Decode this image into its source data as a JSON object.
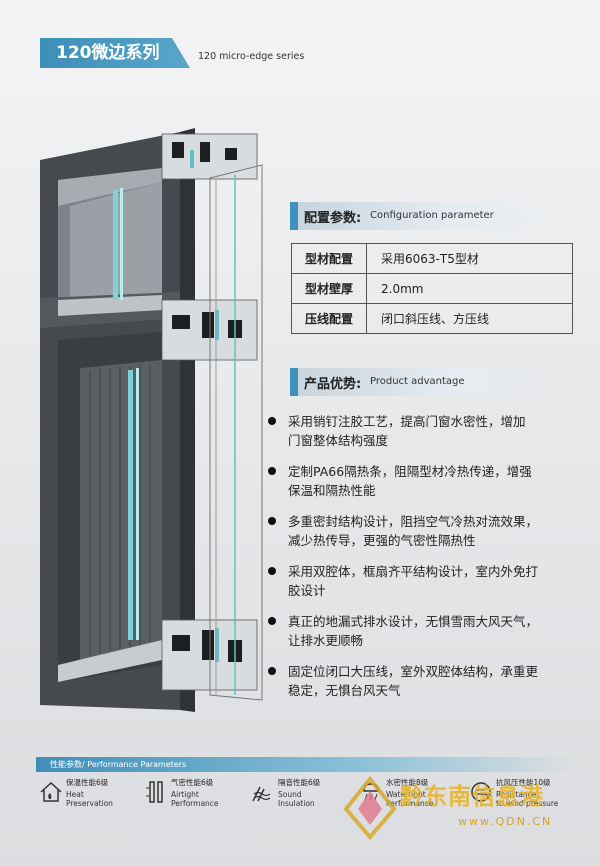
{
  "header": {
    "title": "120微边系列",
    "subtitle_en": "120 micro-edge series"
  },
  "config": {
    "title_cn": "配置参数:",
    "title_en": "Configuration parameter",
    "rows": [
      {
        "key": "型材配置",
        "value": "采用6063-T5型材"
      },
      {
        "key": "型材壁厚",
        "value": "2.0mm"
      },
      {
        "key": "压线配置",
        "value": "闭口斜压线、方压线"
      }
    ]
  },
  "advantage": {
    "title_cn": "产品优势:",
    "title_en": "Product advantage",
    "items": [
      {
        "l1": "采用销钉注胶工艺，提高门窗水密性，增加",
        "l2": "门窗整体结构强度"
      },
      {
        "l1": "定制PA66隔热条，阻隔型材冷热传递，增强",
        "l2": "保温和隔热性能"
      },
      {
        "l1": "多重密封结构设计，阻挡空气冷热对流效果，",
        "l2": "减少热传导，更强的气密性隔热性"
      },
      {
        "l1": "采用双腔体，框扇齐平结构设计，室内外免打",
        "l2": "胶设计"
      },
      {
        "l1": "真正的地漏式排水设计，无惧雪雨大风天气，",
        "l2": "让排水更顺畅"
      },
      {
        "l1": "固定位闭口大压线，室外双腔体结构，承重更",
        "l2": "稳定，无惧台风天气"
      }
    ]
  },
  "performance": {
    "label": "性能参数/ Performance Parameters",
    "items": [
      {
        "level": "保温性能6级",
        "en1": "Heat",
        "en2": "Preservation",
        "icon": "house-heat-icon"
      },
      {
        "level": "气密性能6级",
        "en1": "Airtight",
        "en2": "Performance",
        "icon": "airtight-icon"
      },
      {
        "level": "隔音性能6级",
        "en1": "Sound",
        "en2": "Insulation",
        "icon": "sound-wave-icon"
      },
      {
        "level": "水密性能8级",
        "en1": "Watertight",
        "en2": "Performance",
        "icon": "rain-icon"
      },
      {
        "level": "抗风压性能10级",
        "en1": "Resistance",
        "en2": "to wind pressure",
        "icon": "wind-icon"
      }
    ]
  },
  "watermark": {
    "cn": "黔东南信息港",
    "url": "www.QDN.CN"
  },
  "colors": {
    "accent": "#3e91b9",
    "frame": "#4a4d52",
    "glass": "#7fd3d6"
  }
}
